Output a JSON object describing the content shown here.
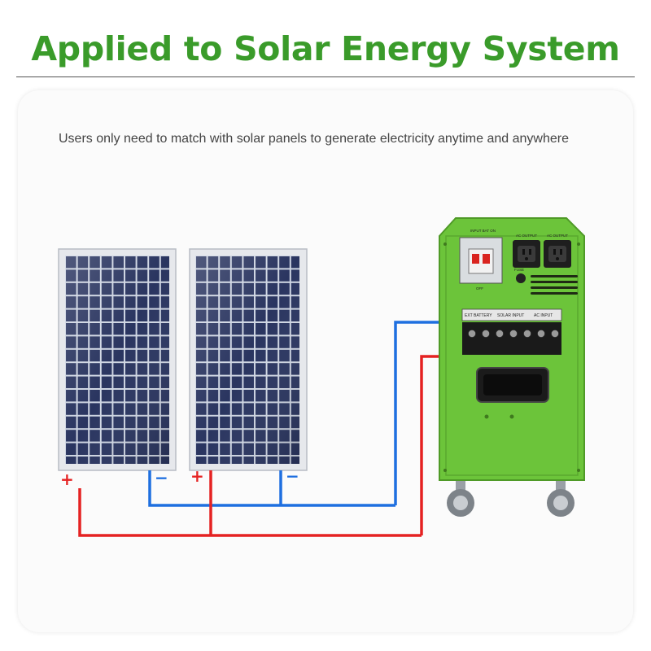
{
  "header": {
    "title": "Applied to Solar Energy System"
  },
  "card": {
    "subtitle": "Users only need to match with solar panels to generate electricity anytime and anywhere"
  },
  "panels": [
    {
      "positive_label": "+",
      "negative_label": "−"
    },
    {
      "positive_label": "+",
      "negative_label": "−"
    }
  ],
  "generator": {
    "breaker_label": "INPUT BAT ON",
    "breaker_off_label": "OFF",
    "outlet_labels": [
      "AC OUTPUT",
      "AC OUTPUT"
    ],
    "fuse_label": "FUSE",
    "terminal_labels": [
      "EXT BATTERY",
      "SOLAR INPUT",
      "AC INPUT"
    ],
    "body_color": "#6cc43a"
  },
  "wire_colors": {
    "positive": "#e52222",
    "negative": "#1e6fe0"
  }
}
